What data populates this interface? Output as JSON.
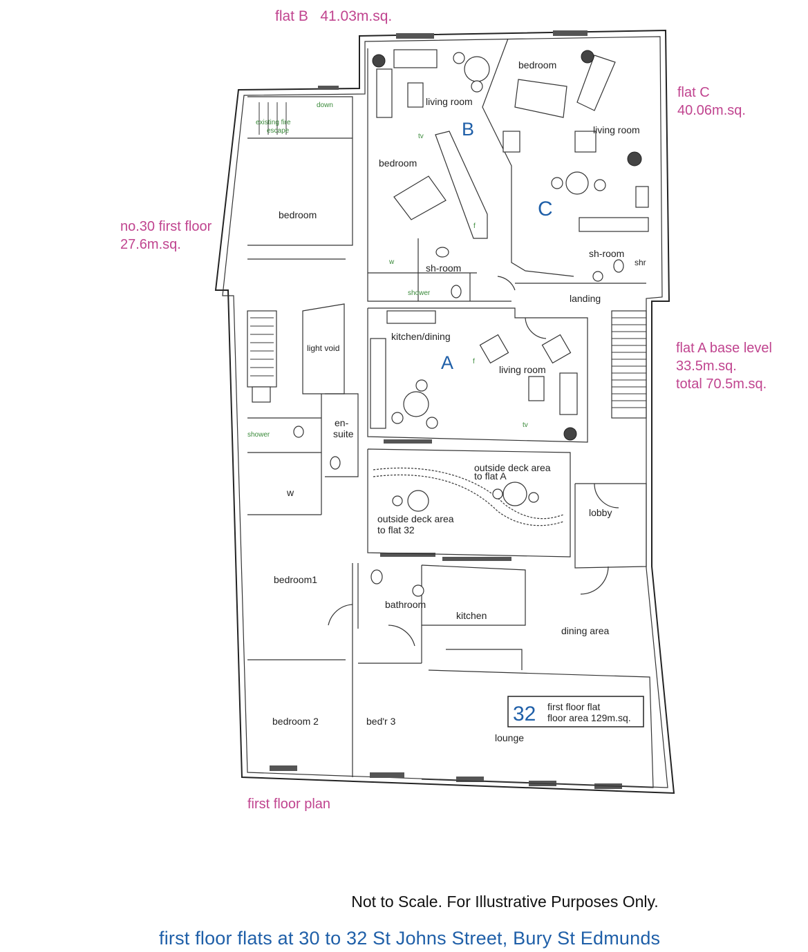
{
  "labels": {
    "flat_b": "flat B   41.03m.sq.",
    "flat_c_name": "flat C",
    "flat_c_area": "40.06m.sq.",
    "no30_name": "no.30 first floor",
    "no30_area": "27.6m.sq.",
    "flat_a_name": "flat A base level",
    "flat_a_area": "33.5m.sq.",
    "flat_a_total": "total 70.5m.sq.",
    "plan_title": "first floor plan"
  },
  "big_letters": {
    "a": "A",
    "b": "B",
    "c": "C"
  },
  "rooms": {
    "b_living": "living room",
    "b_bedroom": "bedroom",
    "b_shroom": "sh-room",
    "b_shower": "shower",
    "b_w": "w",
    "c_bedroom": "bedroom",
    "c_living": "living room",
    "c_shroom": "sh-room",
    "c_shr": "shr",
    "landing": "landing",
    "fire_escape_1": "existing fire",
    "fire_escape_2": "escape",
    "down": "down",
    "no30_bedroom": "bedroom",
    "light_void": "light void",
    "no30_shower": "shower",
    "ensuite_1": "en-",
    "ensuite_2": "suite",
    "no30_w": "w",
    "a_kitchen": "kitchen/dining",
    "a_living": "living room",
    "deck_a_1": "outside deck area",
    "deck_a_2": "to flat A",
    "deck_32_1": "outside deck area",
    "deck_32_2": "to flat 32",
    "lobby": "lobby",
    "bedroom1": "bedroom1",
    "bathroom": "bathroom",
    "kitchen": "kitchen",
    "dining": "dining area",
    "bedroom2": "bedroom 2",
    "bedr3": "bed'r 3",
    "lounge": "lounge",
    "tv1": "tv",
    "tv2": "tv",
    "f1": "f",
    "f2": "f"
  },
  "info_box": {
    "number": "32",
    "line1": "first floor flat",
    "line2": "floor area 129m.sq."
  },
  "footer": {
    "note": "Not to Scale. For Illustrative Purposes Only.",
    "title": "first floor flats at 30 to 32 St Johns Street, Bury St Edmunds"
  },
  "colors": {
    "annotation": "#c0448f",
    "flat_letter": "#1f5fa8",
    "walls": "#222222"
  }
}
